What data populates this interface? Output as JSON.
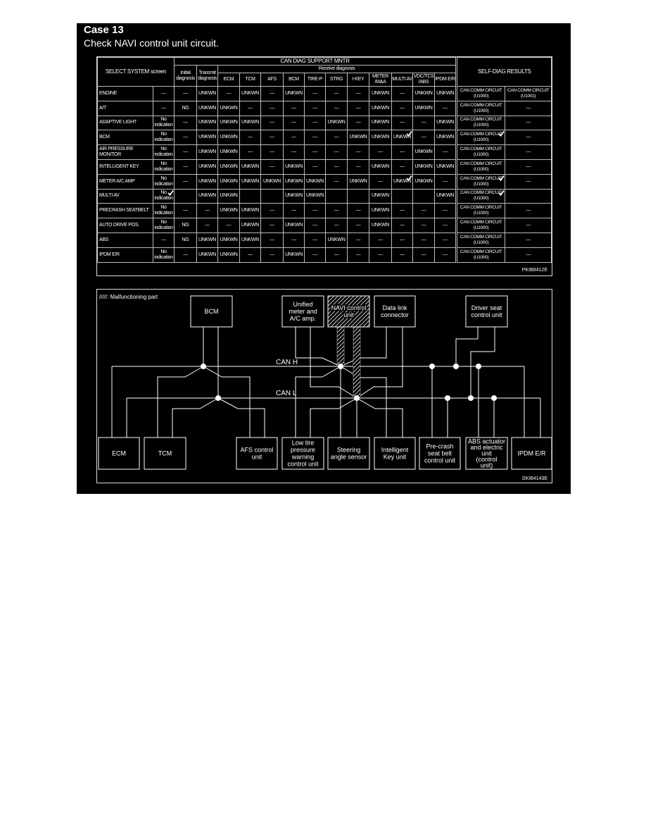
{
  "header": {
    "title": "Case 13",
    "subtitle": "Check NAVI control unit circuit."
  },
  "table": {
    "select_system_header": "SELECT SYSTEM screen",
    "can_diag_header": "CAN DIAG SUPPORT MNTR",
    "receive_header": "Receive diagnosis",
    "initial_header": "Initial diagnosis",
    "transmit_header": "Transmit diagnosis",
    "receive_columns": [
      "ECM",
      "TCM",
      "AFS",
      "BCM",
      "TIRE-P",
      "STRG",
      "I-KEY",
      "METER /M&A",
      "MULTI AV",
      "VDC/TCS /ABS",
      "IPDM E/R"
    ],
    "self_diag_header": "SELF-DIAG RESULTS",
    "check_mark": "✔",
    "rows": [
      {
        "system": "ENGINE",
        "cells": [
          "—",
          "—",
          "UNKWN",
          "—",
          "UNKWN",
          "—",
          "UNKWN",
          "—",
          "—",
          "—",
          "UNKWN",
          "—",
          "UNKWN",
          "UNKWN",
          "CAN COMM CIRCUIT (U1000)",
          "CAN COMM CIRCUIT (U1001)"
        ],
        "checked": []
      },
      {
        "system": "A/T",
        "cells": [
          "—",
          "NG",
          "UNKWN",
          "UNKWN",
          "—",
          "—",
          "—",
          "—",
          "—",
          "—",
          "UNKWN",
          "—",
          "UNKWN",
          "—",
          "CAN COMM CIRCUIT (U1000)",
          "—"
        ],
        "checked": []
      },
      {
        "system": "ADAPTIVE LIGHT",
        "cells": [
          "No indication",
          "—",
          "UNKWN",
          "UNKWN",
          "UNKWN",
          "—",
          "—",
          "—",
          "UNKWN",
          "—",
          "UNKWN",
          "—",
          "—",
          "UNKWN",
          "CAN COMM CIRCUIT (U1000)",
          "—"
        ],
        "checked": []
      },
      {
        "system": "BCM",
        "cells": [
          "No indication",
          "—",
          "UNKWN",
          "UNKWN",
          "—",
          "—",
          "—",
          "—",
          "—",
          "UNKWN",
          "UNKWN",
          "UNKWN",
          "—",
          "UNKWN",
          "CAN COMM CIRCUIT (U1000)",
          "—"
        ],
        "checked": [
          11,
          14
        ]
      },
      {
        "system": "AIR PRESSURE MONITOR",
        "cells": [
          "No indication",
          "—",
          "UNKWN",
          "UNKWN",
          "—",
          "—",
          "—",
          "—",
          "—",
          "—",
          "—",
          "—",
          "UNKWN",
          "—",
          "CAN COMM CIRCUIT (U1000)",
          "—"
        ],
        "checked": []
      },
      {
        "system": "INTELLIGENT KEY",
        "cells": [
          "No indication",
          "—",
          "UNKWN",
          "UNKWN",
          "UNKWN",
          "—",
          "UNKWN",
          "—",
          "—",
          "—",
          "UNKWN",
          "—",
          "UNKWN",
          "UNKWN",
          "CAN COMM CIRCUIT (U1000)",
          "—"
        ],
        "checked": []
      },
      {
        "system": "METER A/C AMP",
        "cells": [
          "No indication",
          "—",
          "UNKWN",
          "UNKWN",
          "UNKWN",
          "UNKWN",
          "UNKWN",
          "UNKWN",
          "—",
          "UNKWN",
          "—",
          "UNKWN",
          "UNKWN",
          "—",
          "CAN COMM CIRCUIT (U1000)",
          "—"
        ],
        "checked": [
          11,
          14
        ]
      },
      {
        "system": "MULTI AV",
        "cells": [
          "No indication",
          "",
          "UNKWN",
          "UNKWN",
          "",
          "",
          "UNKWN",
          "UNKWN",
          "",
          "",
          "UNKWN",
          "",
          "",
          "UNKWN",
          "CAN COMM CIRCUIT (U1000)",
          ""
        ],
        "checked": [
          0,
          14
        ]
      },
      {
        "system": "PRECRASH SEATBELT",
        "cells": [
          "No indication",
          "—",
          "—",
          "UNKWN",
          "UNKWN",
          "—",
          "—",
          "—",
          "—",
          "—",
          "UNKWN",
          "—",
          "—",
          "—",
          "CAN COMM CIRCUIT (U1000)",
          "—"
        ],
        "checked": []
      },
      {
        "system": "AUTO DRIVE POS.",
        "cells": [
          "No indication",
          "NG",
          "—",
          "—",
          "UNKWN",
          "—",
          "UNKWN",
          "—",
          "—",
          "—",
          "UNKWN",
          "—",
          "—",
          "—",
          "CAN COMM CIRCUIT (U1000)",
          "—"
        ],
        "checked": []
      },
      {
        "system": "ABS",
        "cells": [
          "—",
          "NG",
          "UNKWN",
          "UNKWN",
          "UNKWN",
          "—",
          "—",
          "—",
          "UNKWN",
          "—",
          "—",
          "—",
          "—",
          "—",
          "CAN COMM CIRCUIT (U1000)",
          "—"
        ],
        "checked": []
      },
      {
        "system": "IPDM E/R",
        "cells": [
          "No indication",
          "—",
          "UNKWN",
          "UNKWN",
          "—",
          "—",
          "UNKWN",
          "—",
          "—",
          "—",
          "—",
          "—",
          "—",
          "—",
          "CAN COMM CIRCUIT (U1000)",
          "—"
        ],
        "checked": []
      }
    ],
    "figure_code": "PKIB8412E"
  },
  "diagram": {
    "legend": "/////: Malfunctioning part",
    "can_h": "CAN H",
    "can_l": "CAN L",
    "units": {
      "bcm": "BCM",
      "meter": "Unified meter and A/C amp.",
      "navi": "NAVI control unit",
      "dlc": "Data link connector",
      "driver_seat": "Driver seat control unit",
      "ecm": "ECM",
      "tcm": "TCM",
      "afs": "AFS control unit",
      "low_tire": "Low tire pressure warning control unit",
      "steering": "Steering angle sensor",
      "ikey": "Intelligent Key unit",
      "precrash": "Pre-crash seat belt control unit",
      "abs": "ABS actuator and electric unit (control unit)",
      "ipdm": "IPDM E/R"
    },
    "malfunctioning_unit": "navi",
    "figure_code": "SKIB4143E"
  }
}
